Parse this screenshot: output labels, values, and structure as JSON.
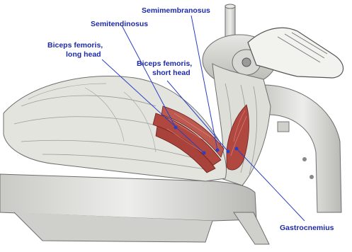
{
  "labels": {
    "semimembranosus": "Semimembranosus",
    "semitendinosus": "Semitendinosus",
    "biceps_long_1": "Biceps femoris,",
    "biceps_long_2": "long head",
    "biceps_short_1": "Biceps femoris,",
    "biceps_short_2": "short head",
    "gastrocnemius": "Gastrocnemius"
  },
  "colors": {
    "label": "#1d2aa8",
    "leader": "#2b3fc4",
    "muscle": "#b04840",
    "sketch": "#8a8a8a",
    "machine": "#d4d4d0"
  }
}
